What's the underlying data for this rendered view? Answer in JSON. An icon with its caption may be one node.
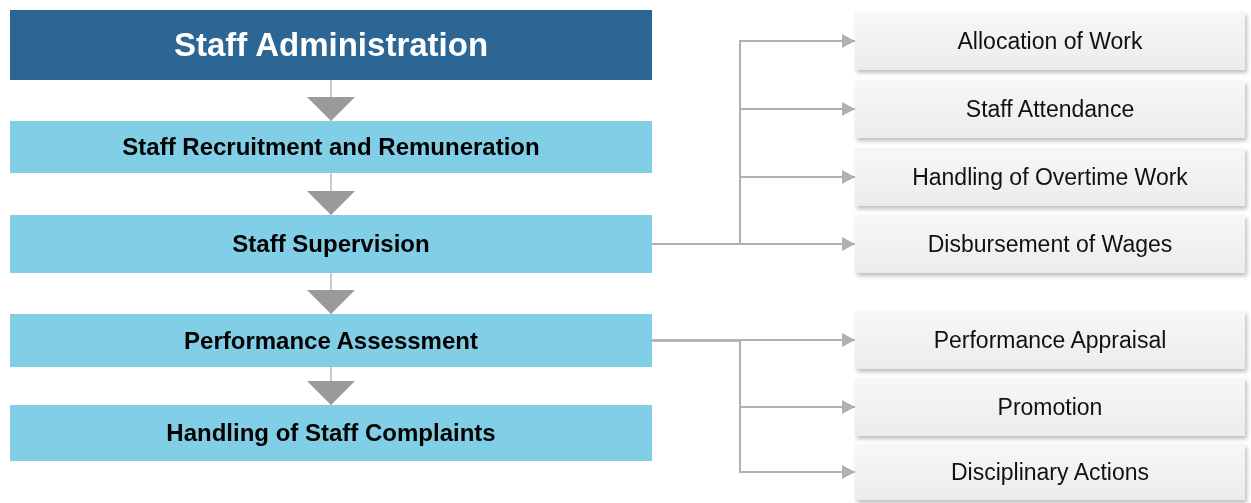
{
  "diagram": {
    "nodes": [
      {
        "text": [
          "Staff Administration"
        ]
      },
      {
        "text": [
          "Staff Recruitment and Remuneration"
        ]
      },
      {
        "text": [
          "Staff Supervision"
        ]
      },
      {
        "text": [
          "Performance Assessment"
        ]
      },
      {
        "text": [
          "Handling of Staff Complaints"
        ]
      },
      {
        "text": [
          "Allocation of Work"
        ]
      },
      {
        "text": [
          "Staff Attendance"
        ]
      },
      {
        "text": [
          "Handling of Overtime Work"
        ]
      },
      {
        "text": [
          "Disbursement of Wages"
        ]
      },
      {
        "text": [
          "Performance Appraisal"
        ]
      },
      {
        "text": [
          "Promotion"
        ]
      },
      {
        "text": [
          "Disciplinary Actions"
        ]
      }
    ],
    "edges": [
      {
        "from": 0,
        "to": 1,
        "arrow": "to"
      },
      {
        "from": 1,
        "to": 2,
        "arrow": "to"
      },
      {
        "from": 2,
        "to": 3,
        "arrow": "to"
      },
      {
        "from": 3,
        "to": 4,
        "arrow": "to"
      },
      {
        "from": 2,
        "to": 5,
        "arrow": "to"
      },
      {
        "from": 2,
        "to": 6,
        "arrow": "to"
      },
      {
        "from": 2,
        "to": 7,
        "arrow": "to"
      },
      {
        "from": 2,
        "to": 8,
        "arrow": "to"
      },
      {
        "from": 3,
        "to": 9,
        "arrow": "to"
      },
      {
        "from": 3,
        "to": 10,
        "arrow": "to"
      },
      {
        "from": 3,
        "to": 11,
        "arrow": "to"
      }
    ]
  }
}
